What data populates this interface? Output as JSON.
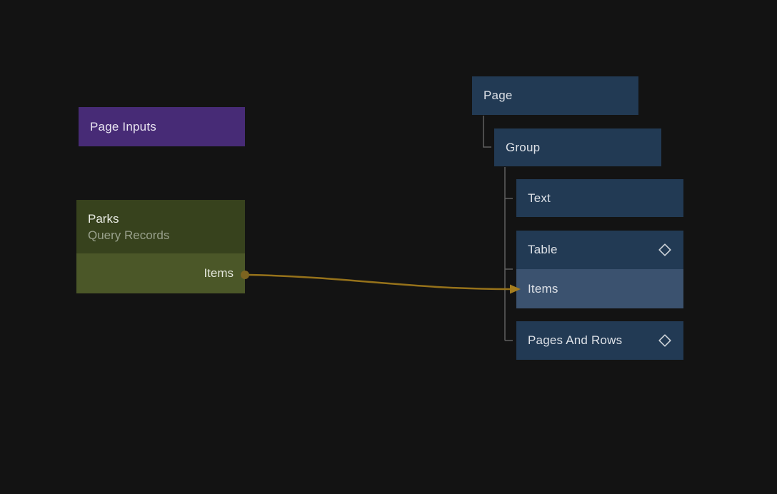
{
  "colors": {
    "background": "#131313",
    "purple_node": "#472b76",
    "olive_header": "#37421d",
    "olive_body": "#4b5728",
    "blue_node": "#223a54",
    "blue_node_highlight": "#3b526f",
    "wire": "#96721a",
    "port_dot": "#7d6420",
    "tree_line": "#606060",
    "node_text": "#dde1e7",
    "subtitle_text": "#99a18c",
    "icon_stroke": "#ccd2d8"
  },
  "diagram": {
    "page_inputs": {
      "label": "Page Inputs"
    },
    "parks": {
      "title": "Parks",
      "subtitle": "Query Records",
      "output_port_label": "Items"
    },
    "tree": {
      "page": {
        "label": "Page"
      },
      "group": {
        "label": "Group"
      },
      "text": {
        "label": "Text"
      },
      "table": {
        "label": "Table",
        "icon": "diamond-icon"
      },
      "table_items": {
        "label": "Items"
      },
      "pages_and_rows": {
        "label": "Pages And Rows",
        "icon": "diamond-icon"
      }
    },
    "connection": {
      "from": "Parks Items output port",
      "to": "Items tree row",
      "color": "#96721a"
    }
  }
}
